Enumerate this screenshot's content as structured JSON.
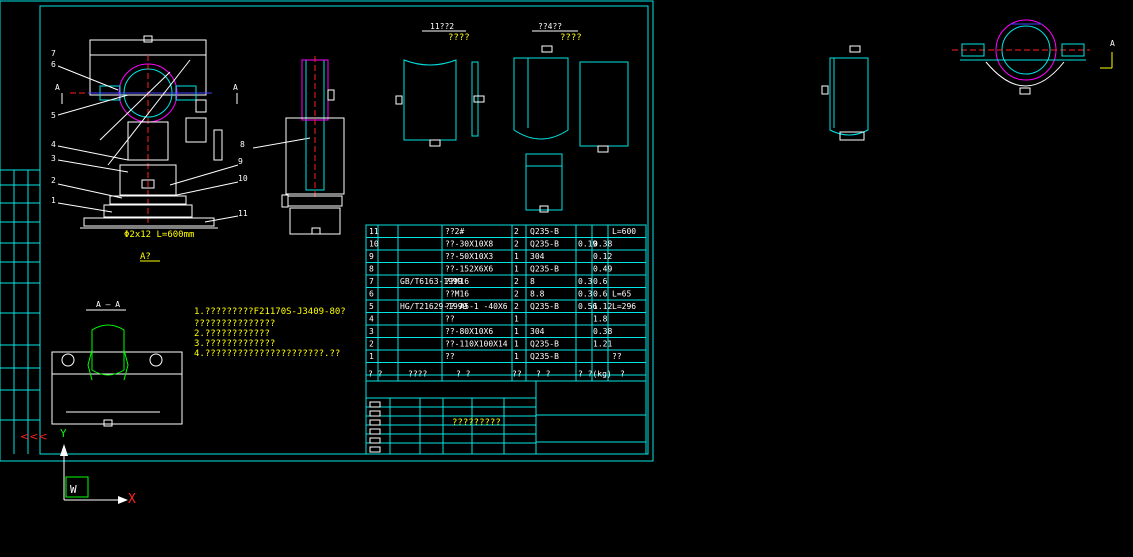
{
  "drawing": {
    "callouts": [
      "7",
      "6",
      "5",
      "4",
      "3",
      "2",
      "1",
      "8",
      "9",
      "10",
      "11"
    ],
    "section_arrow_label": "A",
    "dimension_note": "Φ2x12 L=600mm",
    "view_label": "A?",
    "section_title": "A — A",
    "notes": [
      "1.?????????F21170S-J3409-80?",
      "   ???????????????",
      "2.????????????",
      "3.?????????????",
      "4.??????????????????????.??"
    ],
    "detail_labels": [
      "11??2",
      "??4??"
    ],
    "detail_sublabels": [
      "????",
      "????"
    ],
    "title_block_name": "?????????",
    "ucs": {
      "y": "Y",
      "x": "X",
      "w": "W"
    }
  },
  "bom": {
    "rows": [
      [
        "11",
        "",
        "??2#",
        "2",
        "Q235-B",
        "",
        "",
        "L=600"
      ],
      [
        "10",
        "",
        "??-30X10X8",
        "2",
        "Q235-B",
        "0.19",
        "0.38",
        ""
      ],
      [
        "9",
        "",
        "??-50X10X3",
        "1",
        "304",
        "",
        "0.12",
        ""
      ],
      [
        "8",
        "",
        "??-152X6X6",
        "1",
        "Q235-B",
        "",
        "0.49",
        ""
      ],
      [
        "7",
        "GB/T6163-1999",
        "??M16",
        "2",
        "8",
        "0.3",
        "0.6",
        ""
      ],
      [
        "6",
        "",
        "??M16",
        "2",
        "8.8",
        "0.3",
        "0.6",
        "L=65"
      ],
      [
        "5",
        "HG/T21629-1999",
        "?? A5-1  -40X6",
        "2",
        "Q235-B",
        "0.56",
        "1.12",
        "L=296"
      ],
      [
        "4",
        "",
        "??",
        "1",
        "",
        "",
        "1.8",
        ""
      ],
      [
        "3",
        "",
        "??-80X10X6",
        "1",
        "304",
        "",
        "0.38",
        ""
      ],
      [
        "2",
        "",
        "??-110X100X14",
        "1",
        "Q235-B",
        "",
        "1.21",
        ""
      ],
      [
        "1",
        "",
        "??",
        "1",
        "Q235-B",
        "",
        "",
        "??"
      ]
    ],
    "header": [
      "? ?",
      "????",
      "?   ?",
      "??",
      "?   ?",
      "? ?(kg)",
      "?"
    ]
  }
}
